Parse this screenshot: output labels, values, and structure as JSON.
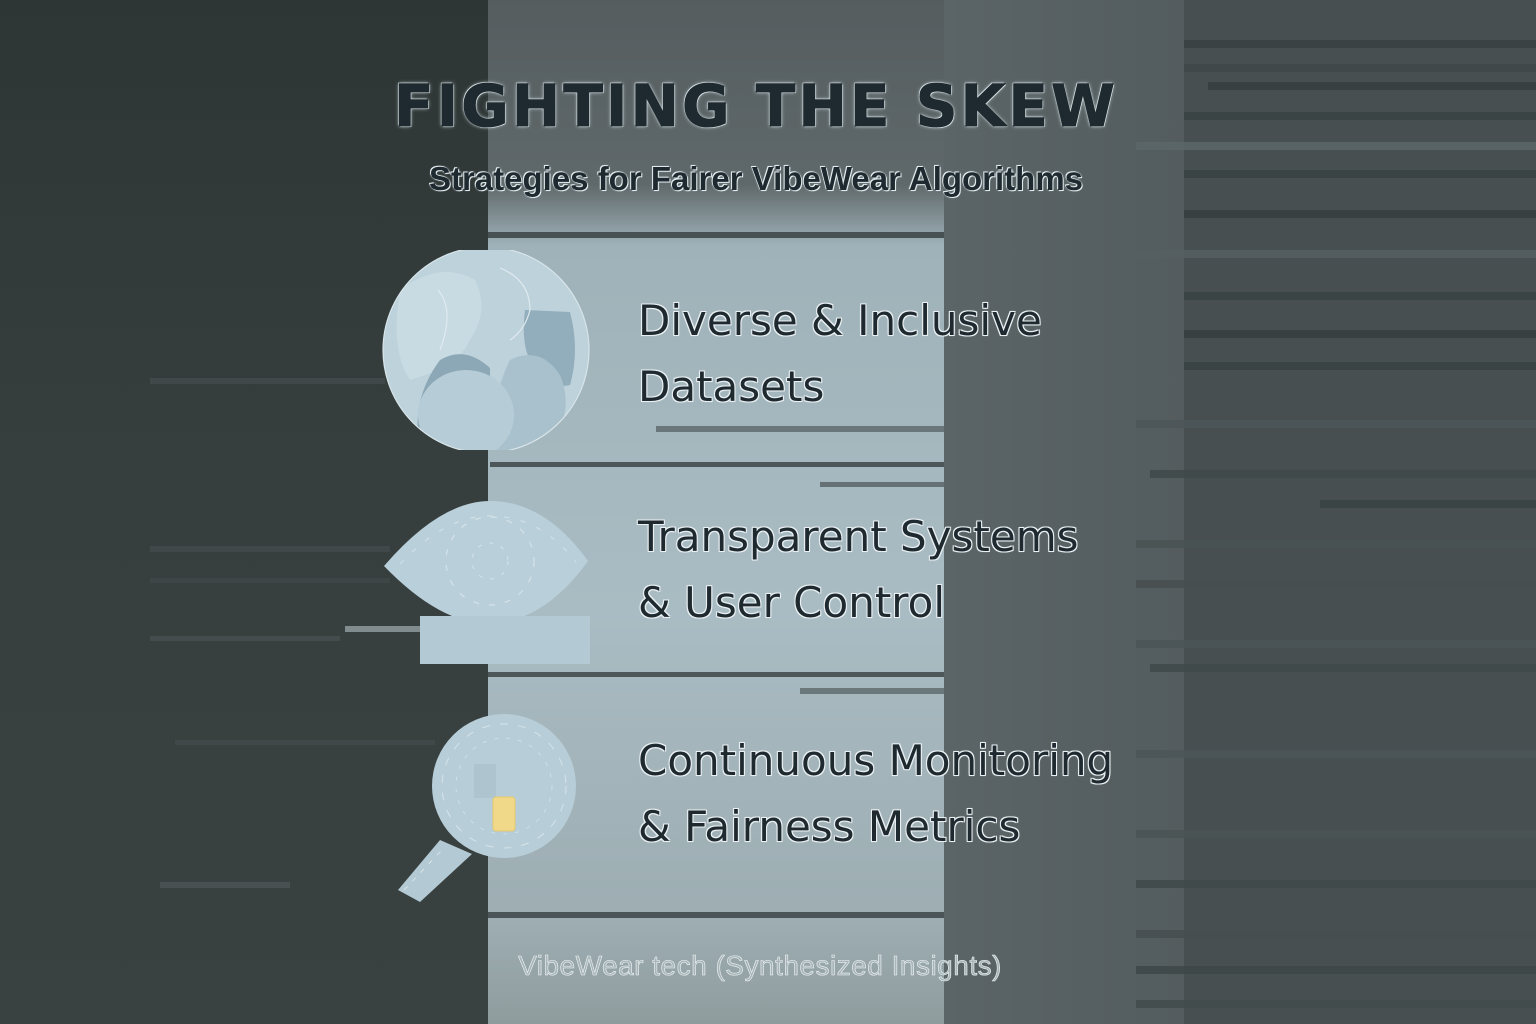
{
  "header": {
    "title": "FIGHTING THE SKEW",
    "subtitle": "Strategies for Fairer VibeWear Algorithms"
  },
  "strategies": [
    {
      "icon": "diverse-faces-globe-icon",
      "line1": "Diverse & Inclusive",
      "line2": "Datasets"
    },
    {
      "icon": "eye-icon",
      "line1": "Transparent Systems",
      "line2": "& User Control"
    },
    {
      "icon": "magnifier-icon",
      "line1": "Continuous Monitoring",
      "line2": "& Fairness Metrics"
    }
  ],
  "footer": {
    "credit": "VibeWear tech (Synthesized Insights)"
  },
  "colors": {
    "left_band": "#2f3636",
    "center_panel": "#a9bcc3",
    "right_band": "#555e60",
    "text_dark": "#1f2a30",
    "icon_fill": "#b7cdd7",
    "icon_accent_yellow": "#f1d98a"
  }
}
